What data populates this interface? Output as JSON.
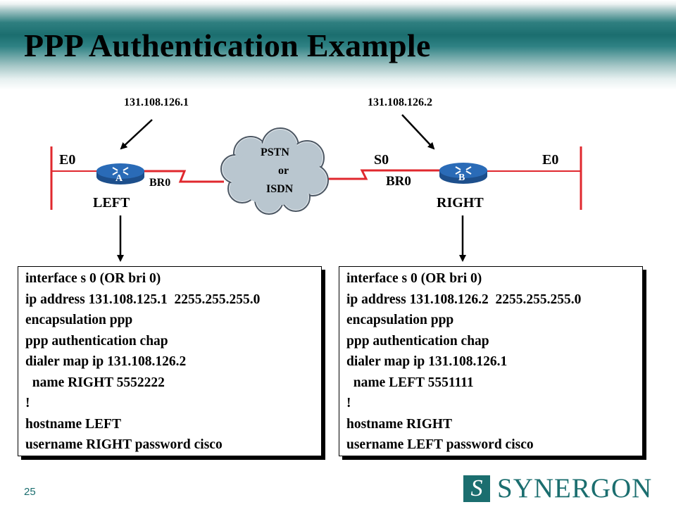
{
  "title": "PPP Authentication Example",
  "slide_number": "25",
  "logo": {
    "mark": "S",
    "text": "SYNERGON"
  },
  "colors": {
    "accent": "#1b6e6f",
    "link": "#e0282e",
    "router": "#2a6bb7",
    "cloud": "#b9c6cf"
  },
  "diagram": {
    "ip_left": "131.108.126.1",
    "ip_right": "131.108.126.2",
    "left_router": {
      "letter": "A",
      "name": "LEFT",
      "eth_label": "E0",
      "isdn_label": "BR0"
    },
    "right_router": {
      "letter": "B",
      "name": "RIGHT",
      "eth_label": "E0",
      "serial_label": "S0",
      "isdn_label": "BR0"
    },
    "cloud": {
      "line1": "PSTN",
      "line2": "or",
      "line3": "ISDN"
    }
  },
  "config_left": [
    "interface s 0 (OR bri 0)",
    "ip address 131.108.125.1  2255.255.255.0",
    "encapsulation ppp",
    "ppp authentication chap",
    "dialer map ip 131.108.126.2",
    "  name RIGHT 5552222",
    "!",
    "hostname LEFT",
    "username RIGHT password cisco"
  ],
  "config_right": [
    "interface s 0 (OR bri 0)",
    "ip address 131.108.126.2  2255.255.255.0",
    "encapsulation ppp",
    "ppp authentication chap",
    "dialer map ip 131.108.126.1",
    "  name LEFT 5551111",
    "!",
    "hostname RIGHT",
    "username LEFT password cisco"
  ]
}
